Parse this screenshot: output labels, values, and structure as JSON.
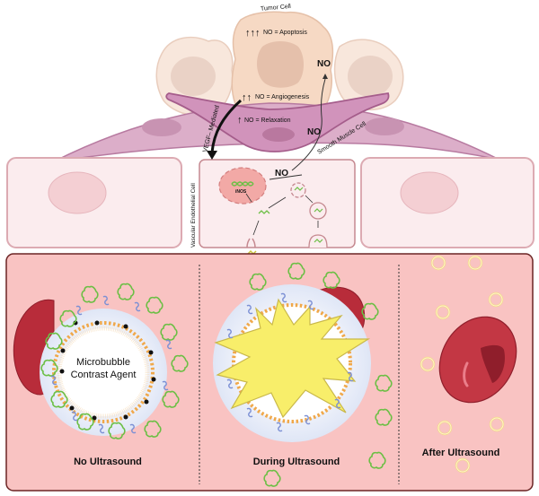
{
  "labels": {
    "tumor_cell": "Tumor Cell",
    "apoptosis": "NO = Apoptosis",
    "angiogenesis": "NO = Angiogenesis",
    "relaxation": "NO = Relaxation",
    "no_top": "NO",
    "no_mid": "NO",
    "no_endo": "NO",
    "smooth_muscle_cell": "Smooth Muscle Cell",
    "vegf_mediated": "VEGF– Mediated",
    "vascular_endothelial_cell": "Vascular Endothelial Cell",
    "inos": "iNOS",
    "microbubble_line1": "Microbubble",
    "microbubble_line2": "Contrast Agent"
  },
  "arrows": {
    "apoptosis": "↑↑↑",
    "angiogenesis": "↑↑",
    "relaxation": "↑"
  },
  "panels": [
    {
      "id": "no-ultrasound",
      "title": "No Ultrasound"
    },
    {
      "id": "during-ultrasound",
      "title": "During  Ultrasound"
    },
    {
      "id": "after-ultrasound",
      "title": "After Ultrasound"
    }
  ],
  "colors": {
    "blood_vessel": "#f9c3c2",
    "vessel_border": "#7b2a2a",
    "endothelial_cell": "#fbeced",
    "endothelial_border": "#dcaab2",
    "smooth_muscle": "#ddaec8",
    "smooth_muscle_border": "#b77aa0",
    "tumor_cell": "#f6d9c4",
    "rbc": "#c33744",
    "lipid": "#f0a84a",
    "plasmid": "#6cbf45",
    "burst": "#f8ee6a"
  }
}
